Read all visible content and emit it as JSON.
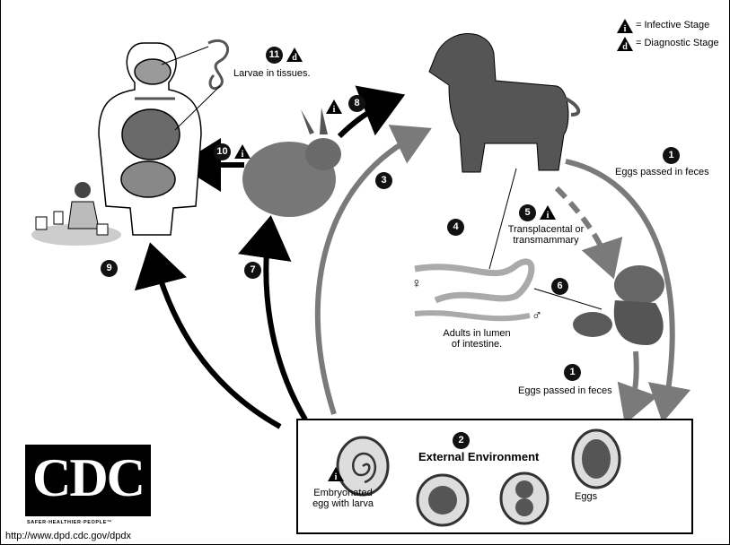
{
  "legend": {
    "infective_symbol": "i",
    "infective_text": "= Infective Stage",
    "diagnostic_symbol": "d",
    "diagnostic_text": "= Diagnostic Stage"
  },
  "steps": {
    "s1a": {
      "num": "1",
      "text": "Eggs passed in feces"
    },
    "s1b": {
      "num": "1",
      "text": "Eggs passed in feces"
    },
    "s2": {
      "num": "2",
      "text": "External Environment"
    },
    "s3": {
      "num": "3"
    },
    "s4": {
      "num": "4"
    },
    "s5": {
      "num": "5",
      "line1": "Transplacental or",
      "line2": "transmammary"
    },
    "s6": {
      "num": "6"
    },
    "s7": {
      "num": "7"
    },
    "s8": {
      "num": "8"
    },
    "s9": {
      "num": "9"
    },
    "s10": {
      "num": "10"
    },
    "s11": {
      "num": "11",
      "text": "Larvae in tissues."
    }
  },
  "labels": {
    "female": "♀",
    "male": "♂",
    "adults_line1": "Adults in lumen",
    "adults_line2": "of intestine.",
    "eggs": "Eggs",
    "embryonated_line1": "Embryonated",
    "embryonated_line2": "egg with larva"
  },
  "logo": {
    "text": "CDC",
    "tagline": "SAFER·HEALTHIER·PEOPLE™"
  },
  "url": "http://www.dpd.cdc.gov/dpdx"
}
